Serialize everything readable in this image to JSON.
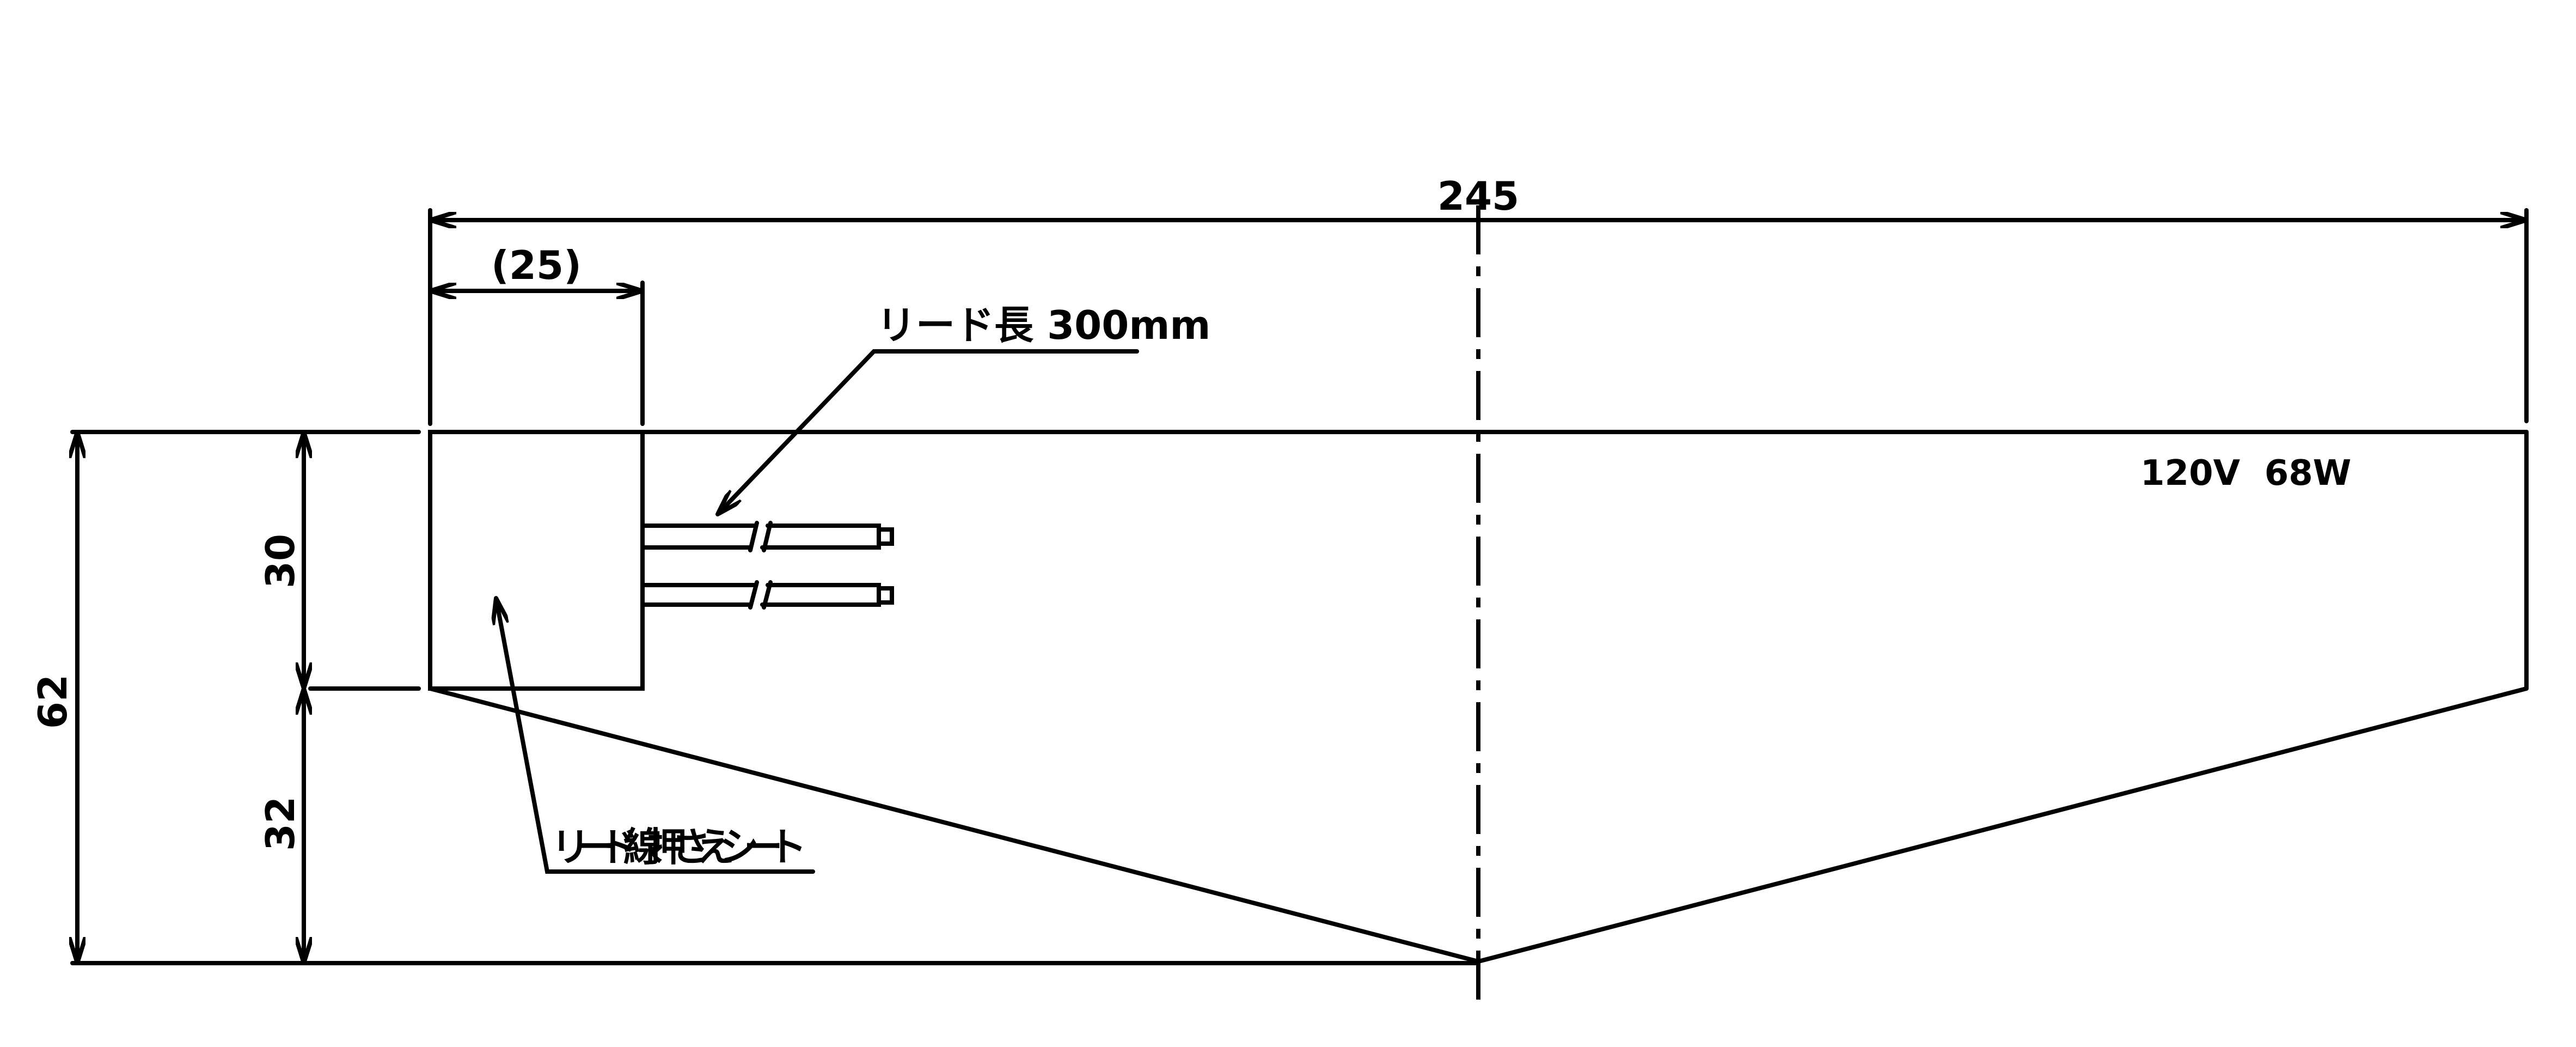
{
  "drawing": {
    "dimensions": {
      "overall_width": "245",
      "lead_box_width": "(25)",
      "overall_height": "62",
      "box_height": "30",
      "taper_height": "32"
    },
    "annotations": {
      "lead_length": "リード長 300mm",
      "lead_sheet": "リード線押さえシート",
      "rating": "120V  68W"
    },
    "colors": {
      "line": "#000000",
      "background": "#ffffff"
    }
  }
}
